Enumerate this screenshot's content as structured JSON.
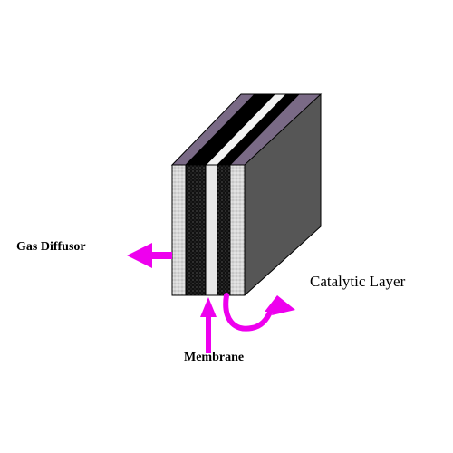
{
  "labels": {
    "gas_diffusor": "Gas Diffusor",
    "catalytic_layer": "Catalytic Layer",
    "membrane": "Membrane"
  },
  "colors": {
    "arrow": "#ee00ee",
    "diffusor_edge": "#c0c0c0",
    "diffusor_top": "#7a6a86",
    "catalyst": "#000000",
    "membrane": "#e8e8e8",
    "back_face": "#555555",
    "outline": "#000000"
  },
  "icons": {
    "arrows": "magenta-arrows"
  }
}
